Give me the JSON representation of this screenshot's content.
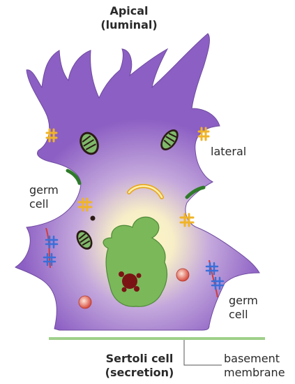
{
  "labels": {
    "apical_line1": "Apical",
    "apical_line2": "(luminal)",
    "lateral": "lateral",
    "germ_cell_left_line1": "germ",
    "germ_cell_left_line2": "cell",
    "germ_cell_right_line1": "germ",
    "germ_cell_right_line2": "cell",
    "sertoli_line1": "Sertoli cell",
    "sertoli_line2": "(secretion)",
    "basement_line1": "basement",
    "basement_line2": "membrane"
  },
  "colors": {
    "cell_body": "#8c5fc4",
    "cell_glow": "#fff6b8",
    "nucleus": "#7ab85a",
    "nucleolus": "#7a1414",
    "basement_membrane": "#9fd08a",
    "tight_junction": "#f0b429",
    "gap_junction": "#3a6fd8",
    "adhesion_line": "#d23a3a",
    "leader_line": "#555555"
  }
}
